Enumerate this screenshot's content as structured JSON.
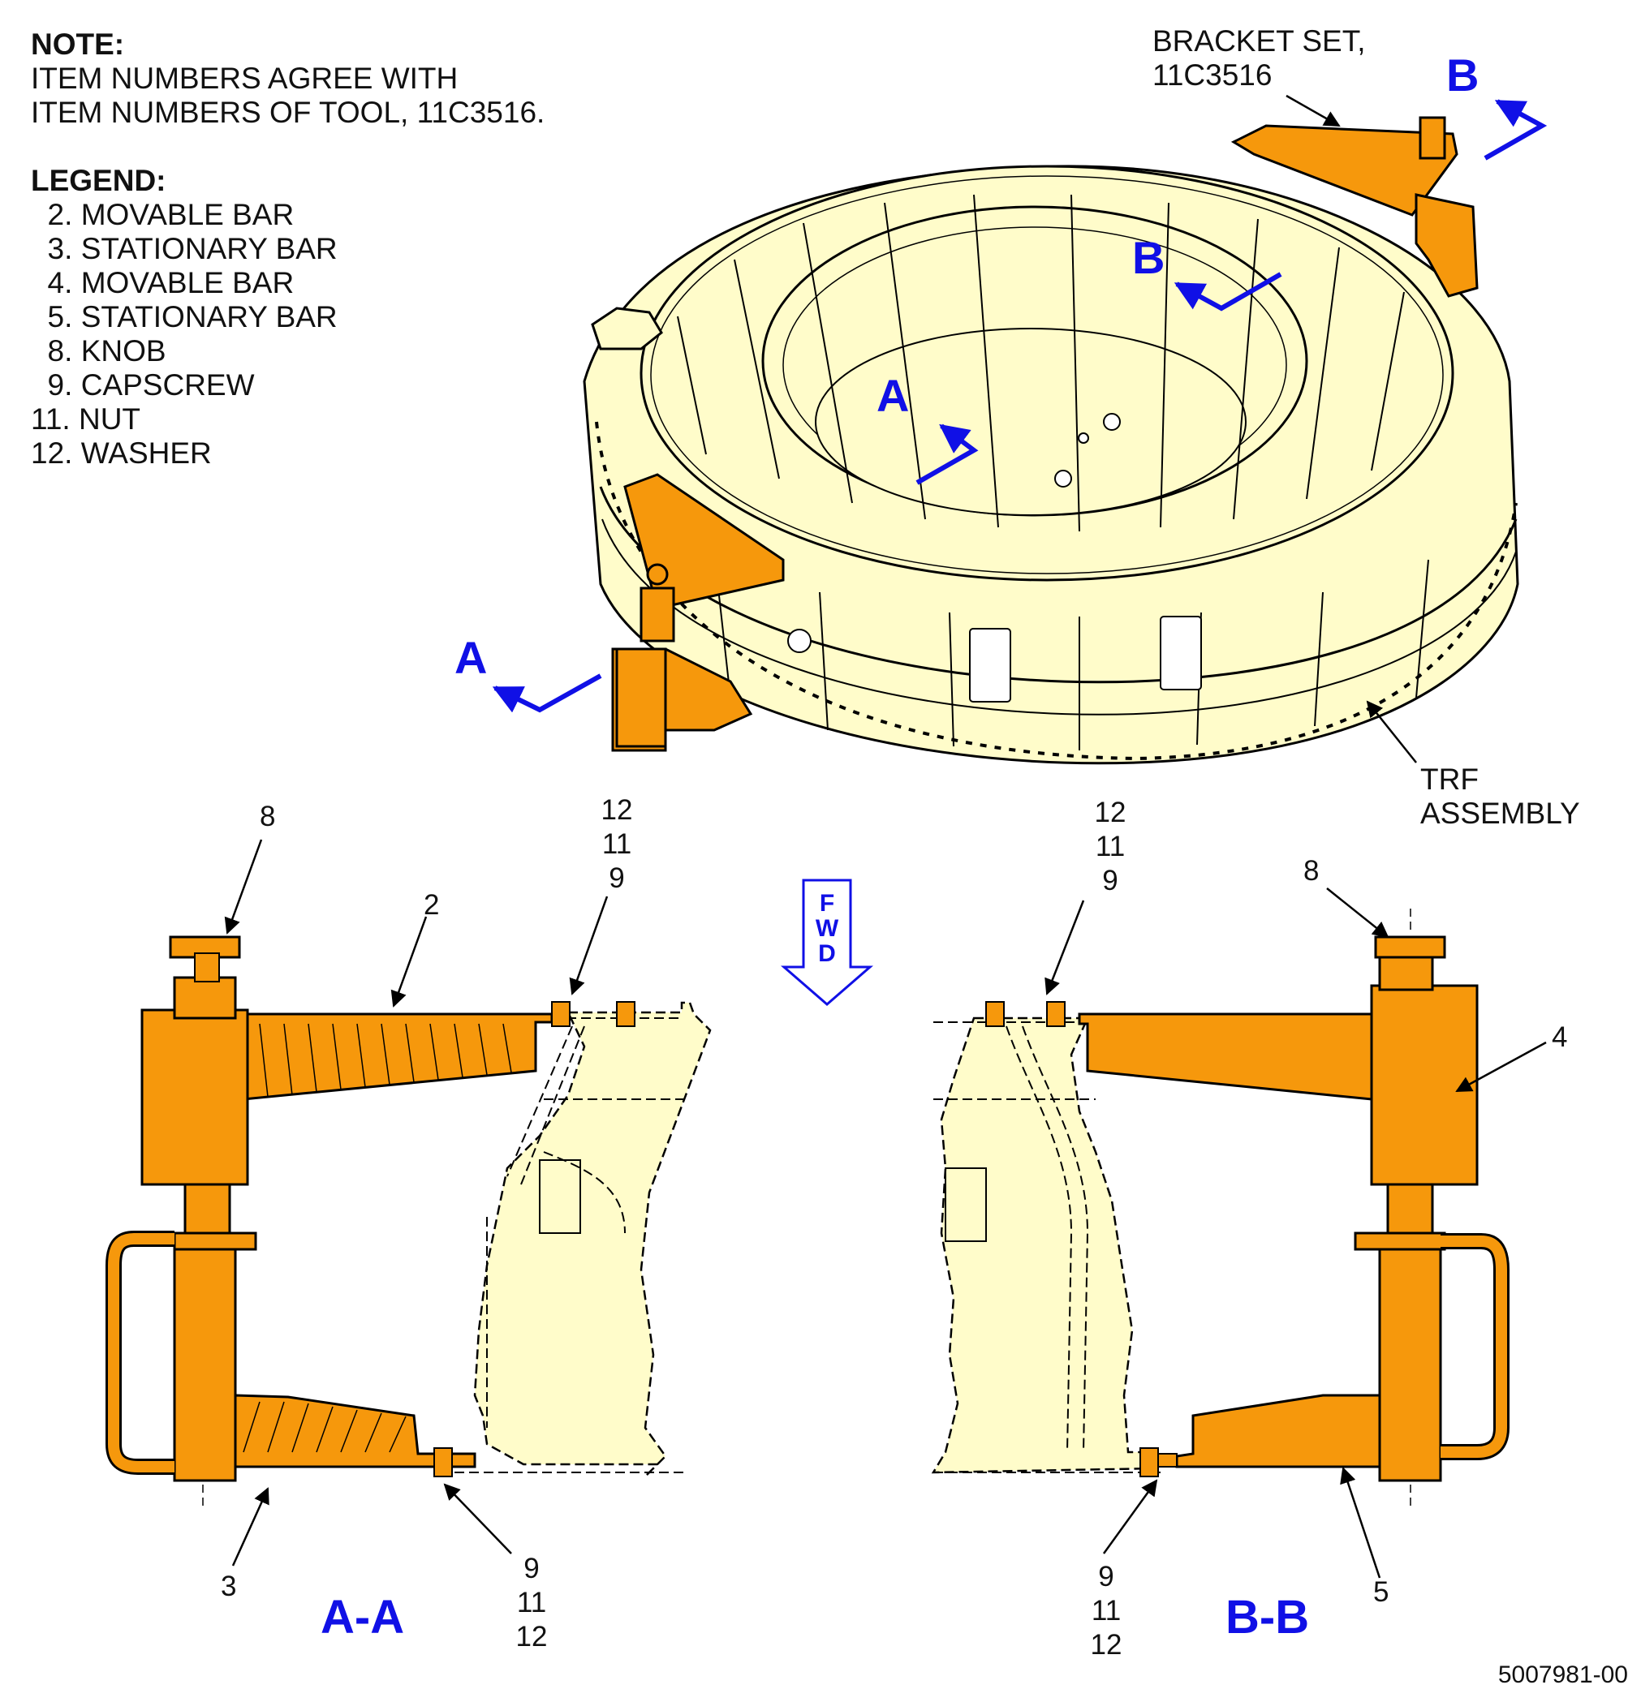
{
  "note": {
    "heading": "NOTE:",
    "line1": "ITEM NUMBERS AGREE WITH",
    "line2": "ITEM NUMBERS OF TOOL, 11C3516."
  },
  "legend": {
    "heading": "LEGEND:",
    "items": [
      "  2. MOVABLE BAR",
      "  3. STATIONARY BAR",
      "  4. MOVABLE BAR",
      "  5. STATIONARY BAR",
      "  8. KNOB",
      "  9. CAPSCREW",
      "11. NUT",
      "12. WASHER"
    ]
  },
  "labels": {
    "bracket_set_1": "BRACKET SET,",
    "bracket_set_2": "11C3516",
    "trf_1": "TRF",
    "trf_2": "ASSEMBLY"
  },
  "section_markers": {
    "a": "A",
    "b": "B"
  },
  "section_titles": {
    "aa": "A-A",
    "bb": "B-B"
  },
  "fwd": {
    "f": "F",
    "w": "W",
    "d": "D"
  },
  "callouts": {
    "aa_8": "8",
    "aa_2": "2",
    "aa_top_12": "12",
    "aa_top_11": "11",
    "aa_top_9": "9",
    "aa_3": "3",
    "aa_bot_9": "9",
    "aa_bot_11": "11",
    "aa_bot_12": "12",
    "bb_top_12": "12",
    "bb_top_11": "11",
    "bb_top_9": "9",
    "bb_8": "8",
    "bb_4": "4",
    "bb_5": "5",
    "bb_bot_9": "9",
    "bb_bot_11": "11",
    "bb_bot_12": "12"
  },
  "figure_number": "5007981-00",
  "colors": {
    "tool_orange": "#f6980c",
    "assembly_yellow": "#fffcca",
    "section_blue": "#1010e6",
    "line": "#000000"
  }
}
